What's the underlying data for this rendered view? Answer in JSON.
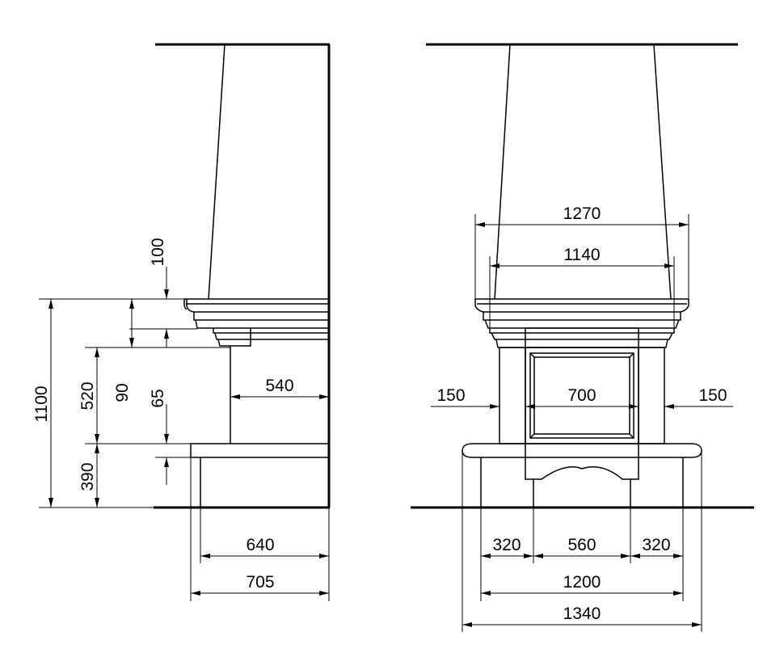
{
  "side_view": {
    "dim_100": "100",
    "dim_1100": "1100",
    "dim_520": "520",
    "dim_90": "90",
    "dim_65": "65",
    "dim_540": "540",
    "dim_390": "390",
    "dim_640": "640",
    "dim_705": "705"
  },
  "front_view": {
    "dim_1270": "1270",
    "dim_1140": "1140",
    "dim_150_left": "150",
    "dim_700": "700",
    "dim_150_right": "150",
    "dim_320_left": "320",
    "dim_560": "560",
    "dim_320_right": "320",
    "dim_1200": "1200",
    "dim_1340": "1340"
  }
}
